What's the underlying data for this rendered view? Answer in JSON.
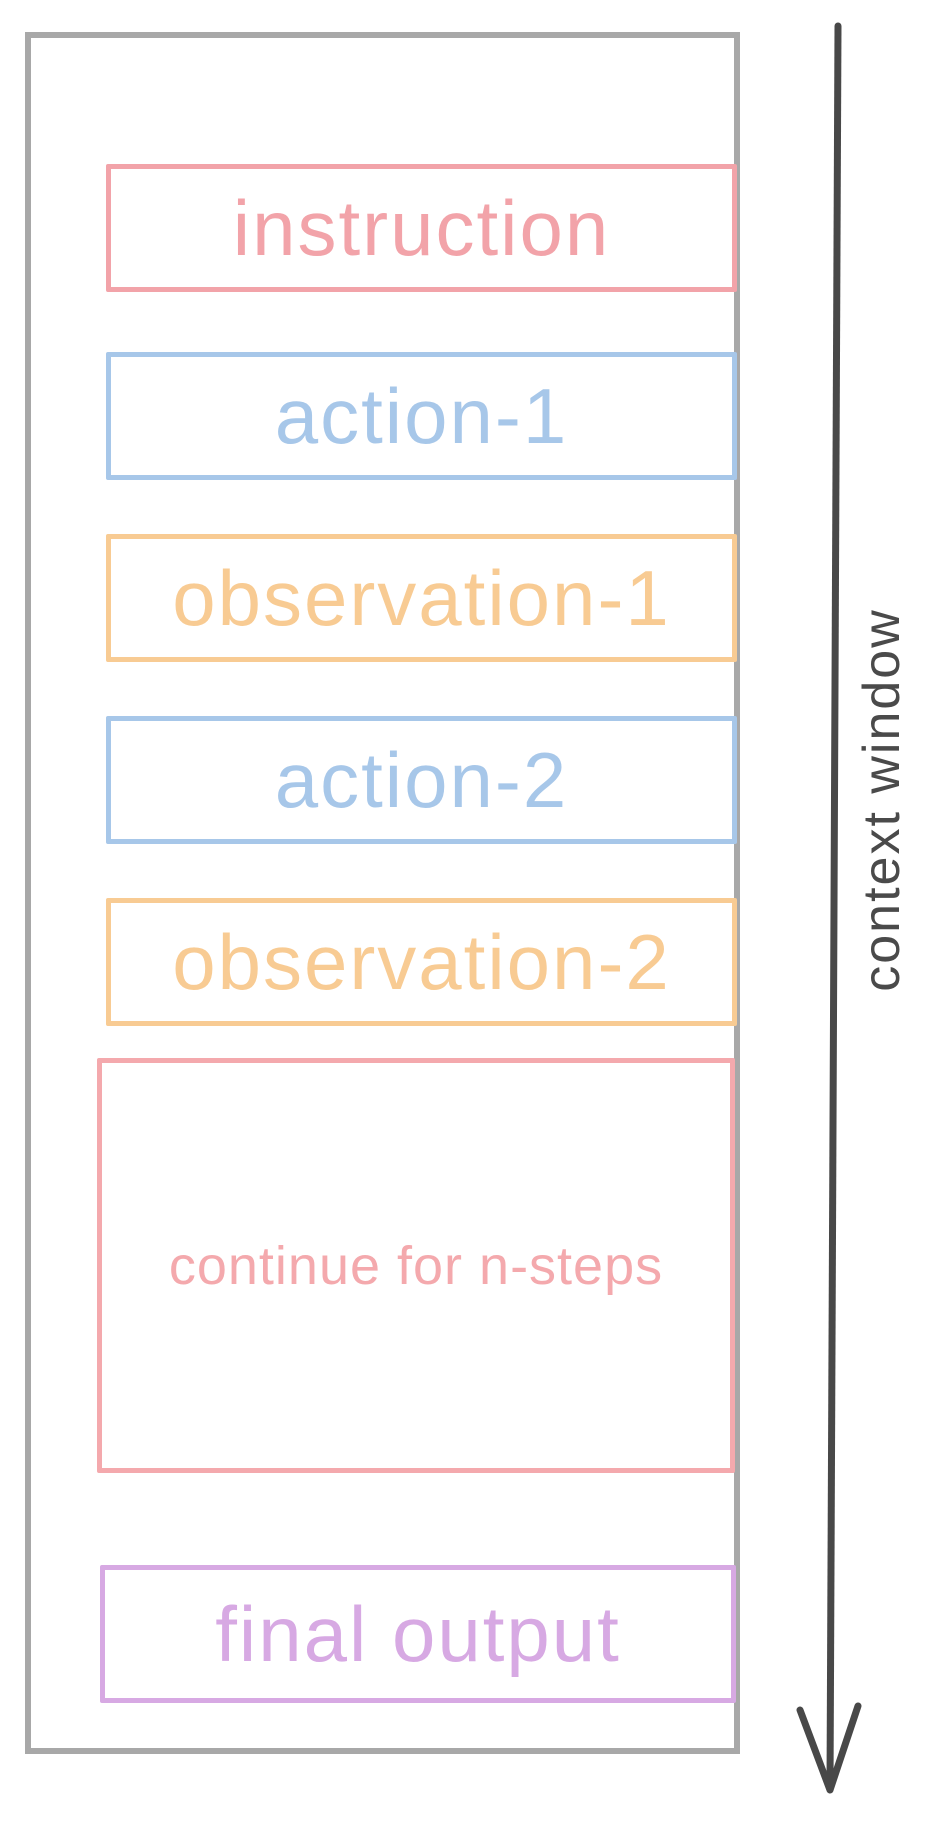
{
  "context_window": {
    "label": "context window",
    "text_color": "#4a4a4a"
  },
  "arrow": {
    "color": "#484848",
    "direction": "down"
  },
  "container": {
    "border_color": "#a8a8a8"
  },
  "boxes": {
    "instruction": {
      "label": "instruction",
      "color": "#f2a3a9"
    },
    "action_1": {
      "label": "action-1",
      "color": "#a7c7e9"
    },
    "observation_1": {
      "label": "observation-1",
      "color": "#f8cb93"
    },
    "action_2": {
      "label": "action-2",
      "color": "#a7c7e9"
    },
    "observation_2": {
      "label": "observation-2",
      "color": "#f8cb93"
    },
    "continue_n_steps": {
      "label": "continue for n-steps",
      "color": "#f4a9ad"
    },
    "final_output": {
      "label": "final output",
      "color": "#d7a9e3"
    }
  }
}
